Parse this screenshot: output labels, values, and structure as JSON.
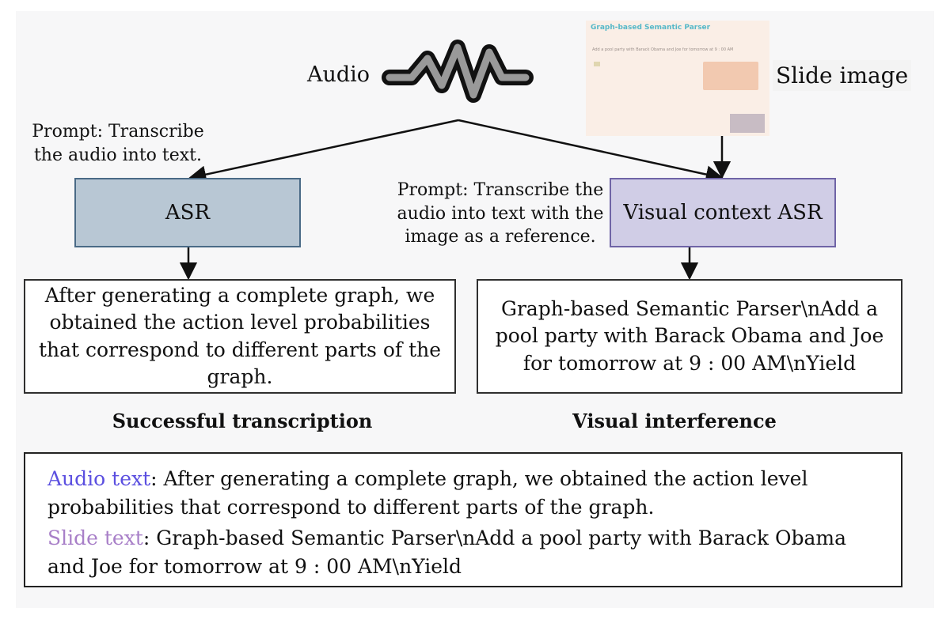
{
  "audio_label": "Audio",
  "slide_image_label": "Slide image",
  "slide_thumbnail": {
    "title": "Graph-based Semantic Parser",
    "line": "Add a pool party with Barack Obama and Joe for tomorrow at 9 : 00 AM"
  },
  "left": {
    "prompt": [
      "Prompt: Transcribe",
      "the audio into text."
    ],
    "module": "ASR",
    "output": "After generating a complete graph, we obtained the action level probabilities that correspond to different parts of the graph.",
    "caption": "Successful transcription"
  },
  "right": {
    "prompt": [
      "Prompt: Transcribe the",
      "audio into text with the",
      "image as a reference."
    ],
    "module": "Visual context ASR",
    "output": "Graph-based Semantic Parser\\nAdd a pool party with Barack Obama and Joe for tomorrow at 9 : 00 AM\\nYield",
    "caption": "Visual interference"
  },
  "bottom": {
    "audio_key": "Audio text",
    "audio_value": ": After generating a complete graph, we obtained the action level probabilities that correspond to different parts of the graph.",
    "slide_key": "Slide text",
    "slide_value": ": Graph-based Semantic Parser\\nAdd a pool party with Barack Obama and Joe for tomorrow at 9 : 00 AM\\nYield"
  },
  "colors": {
    "asr_fill": "#b8c7d4",
    "visual_asr_fill": "#d0cde6",
    "audio_text_key": "#5b4fe0",
    "slide_text_key": "#a87fc8"
  }
}
